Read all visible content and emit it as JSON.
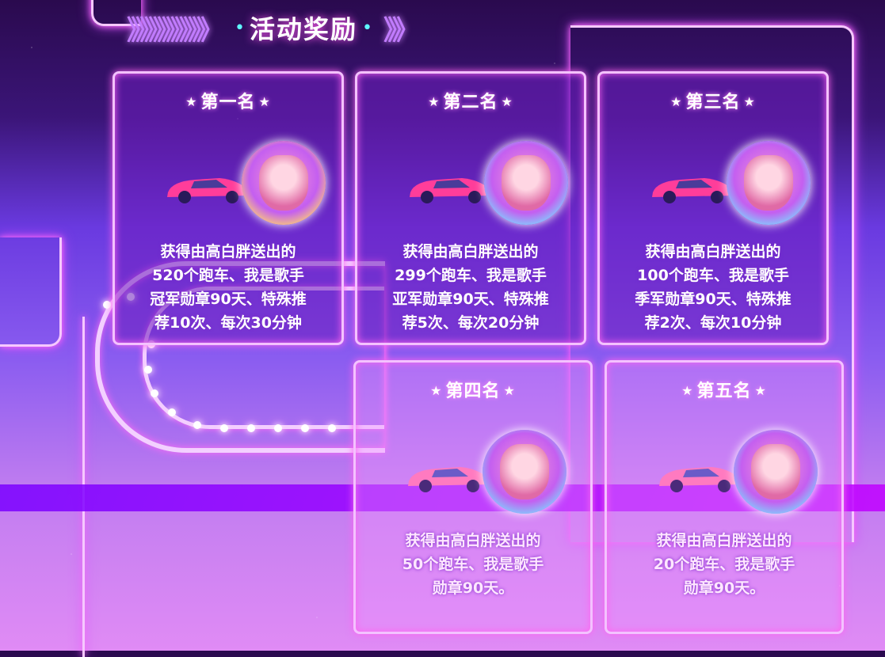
{
  "header": {
    "title": "活动奖励",
    "chevrons_left": "》》》》》》》》》",
    "chevrons_right": "》》",
    "dot": "•"
  },
  "colors": {
    "neon": "#f6c8ff",
    "glow": "#ff6cf6",
    "band": "#a000ff"
  },
  "cards": [
    {
      "rank": "第一名",
      "desc": [
        "获得由高白胖送出的",
        "520个跑车、我是歌手",
        "冠军勋章90天、特殊推",
        "荐10次、每次30分钟"
      ],
      "icons": [
        "star-icon",
        "sports-car-icon",
        "gold-medal-icon"
      ]
    },
    {
      "rank": "第二名",
      "desc": [
        "获得由高白胖送出的",
        "299个跑车、我是歌手",
        "亚军勋章90天、特殊推",
        "荐5次、每次20分钟"
      ],
      "icons": [
        "star-icon",
        "sports-car-icon",
        "medal-icon"
      ]
    },
    {
      "rank": "第三名",
      "desc": [
        "获得由高白胖送出的",
        "100个跑车、我是歌手",
        "季军勋章90天、特殊推",
        "荐2次、每次10分钟"
      ],
      "icons": [
        "star-icon",
        "sports-car-icon",
        "medal-icon"
      ]
    },
    {
      "rank": "第四名",
      "desc": [
        "获得由高白胖送出的",
        "50个跑车、我是歌手",
        "勋章90天。"
      ],
      "icons": [
        "star-icon",
        "sports-car-icon",
        "medal-icon"
      ]
    },
    {
      "rank": "第五名",
      "desc": [
        "获得由高白胖送出的",
        "20个跑车、我是歌手",
        "勋章90天。"
      ],
      "icons": [
        "star-icon",
        "sports-car-icon",
        "medal-icon"
      ]
    }
  ]
}
